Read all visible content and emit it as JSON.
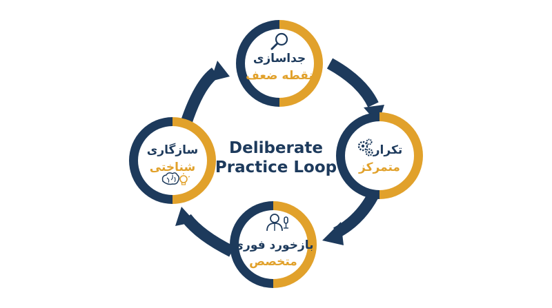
{
  "diagram": {
    "center_title": [
      "Deliberate",
      "Practice Loop"
    ],
    "colors": {
      "navy": "#1d3a5c",
      "gold": "#e1a12b",
      "white": "#ffffff"
    },
    "nodes": [
      {
        "id": "weakness",
        "line1": "جداسازی",
        "line2": "نقطه ضعف",
        "icon": "magnifier-icon"
      },
      {
        "id": "repetition",
        "line1": "تکرار",
        "line2": "متمرکز",
        "icon": "gears-icon"
      },
      {
        "id": "feedback",
        "line1": "بازخورد فوری",
        "line2": "متخصص",
        "icon": "expert-person-icon"
      },
      {
        "id": "cognitive",
        "line1": "سازگاری",
        "line2": "شناختی",
        "icon": "brain-lightbulb-icon"
      }
    ]
  }
}
